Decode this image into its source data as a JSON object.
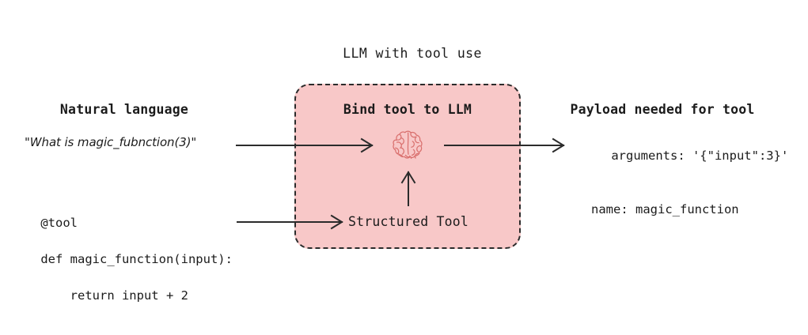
{
  "diagram": {
    "title": "LLM with tool use",
    "background_color": "#ffffff",
    "accent_fill": "#f8c8c8",
    "accent_stroke": "#d9706e",
    "line_color": "#2b2b2b"
  },
  "left_column": {
    "heading": "Natural language",
    "quote": "\"What is magic_fubnction(3)\"",
    "code": {
      "line_1": "@tool",
      "line_2": "def magic_function(input):",
      "line_3": "    return input + 2"
    }
  },
  "center_box": {
    "heading": "Bind tool to LLM",
    "icon_label": "brain-icon",
    "tool_label": "Structured Tool"
  },
  "right_column": {
    "heading": "Payload needed for tool",
    "payload": {
      "arguments_line": "arguments: '{\"input\":3}'",
      "name_line": "name: magic_function"
    }
  },
  "arrows": [
    {
      "name": "arrow-query-to-llm",
      "direction": "right"
    },
    {
      "name": "arrow-llm-to-payload",
      "direction": "right"
    },
    {
      "name": "arrow-code-to-structured-tool",
      "direction": "right"
    },
    {
      "name": "arrow-structured-tool-to-llm",
      "direction": "up"
    }
  ]
}
